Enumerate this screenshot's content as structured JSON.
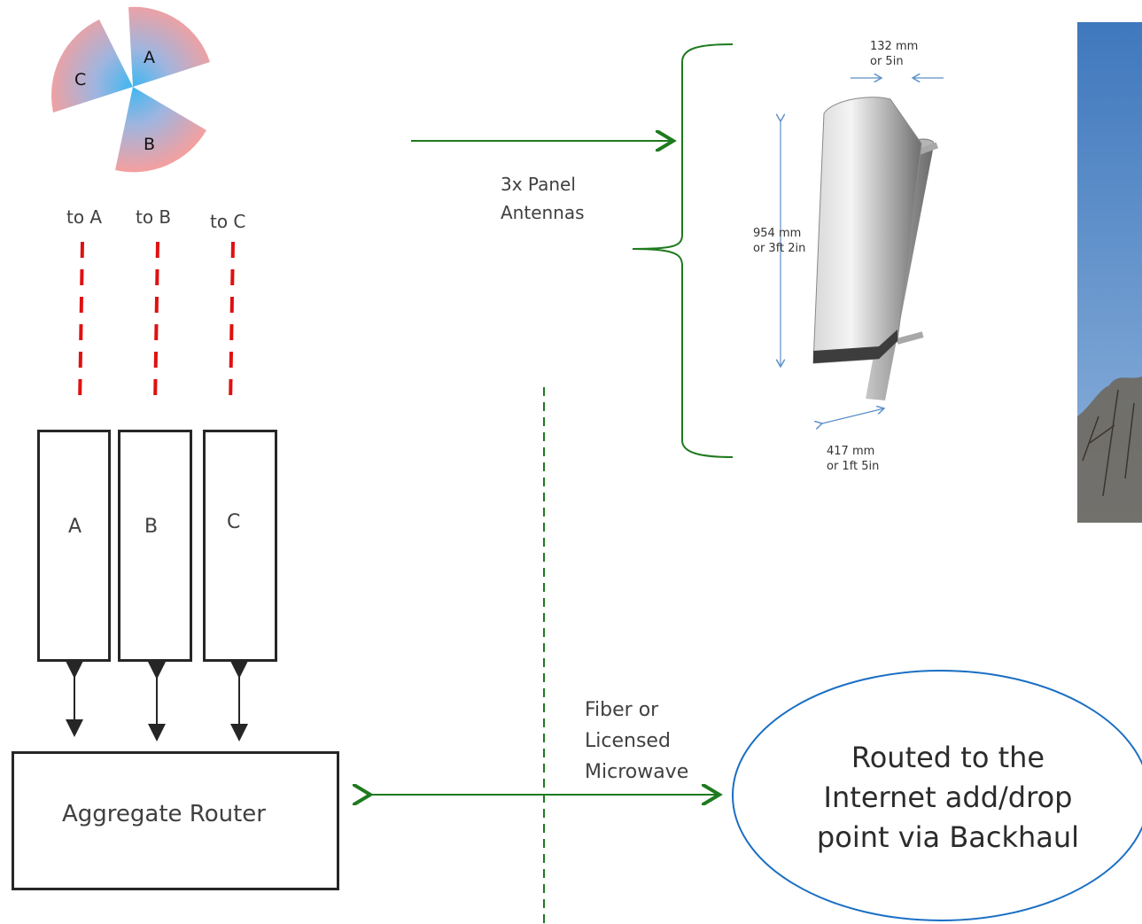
{
  "sectors": {
    "a": "A",
    "b": "B",
    "c": "C"
  },
  "feed_labels": [
    "to A",
    "to B",
    "to C"
  ],
  "radios": [
    "A",
    "B",
    "C"
  ],
  "router_label": "Aggregate Router",
  "antennas_label_line1": "3x Panel",
  "antennas_label_line2": "Antennas",
  "antenna_dims": {
    "width_line1": "132 mm",
    "width_line2": "or 5in",
    "height_line1": "954 mm",
    "height_line2": "or 3ft 2in",
    "depth_line1": "417 mm",
    "depth_line2": "or 1ft 5in"
  },
  "link_label_lines": [
    "Fiber or",
    "Licensed",
    "Microwave"
  ],
  "backhaul_lines": [
    "Routed to the",
    "Internet add/drop",
    "point via Backhaul"
  ],
  "colors": {
    "sector_outer": "#f2a0a0",
    "sector_inner": "#3fb6f0",
    "feed_line": "#e01010",
    "green_arrow": "#1e7a1e",
    "ellipse": "#1a6fc4",
    "sky": "#4d86c8"
  }
}
